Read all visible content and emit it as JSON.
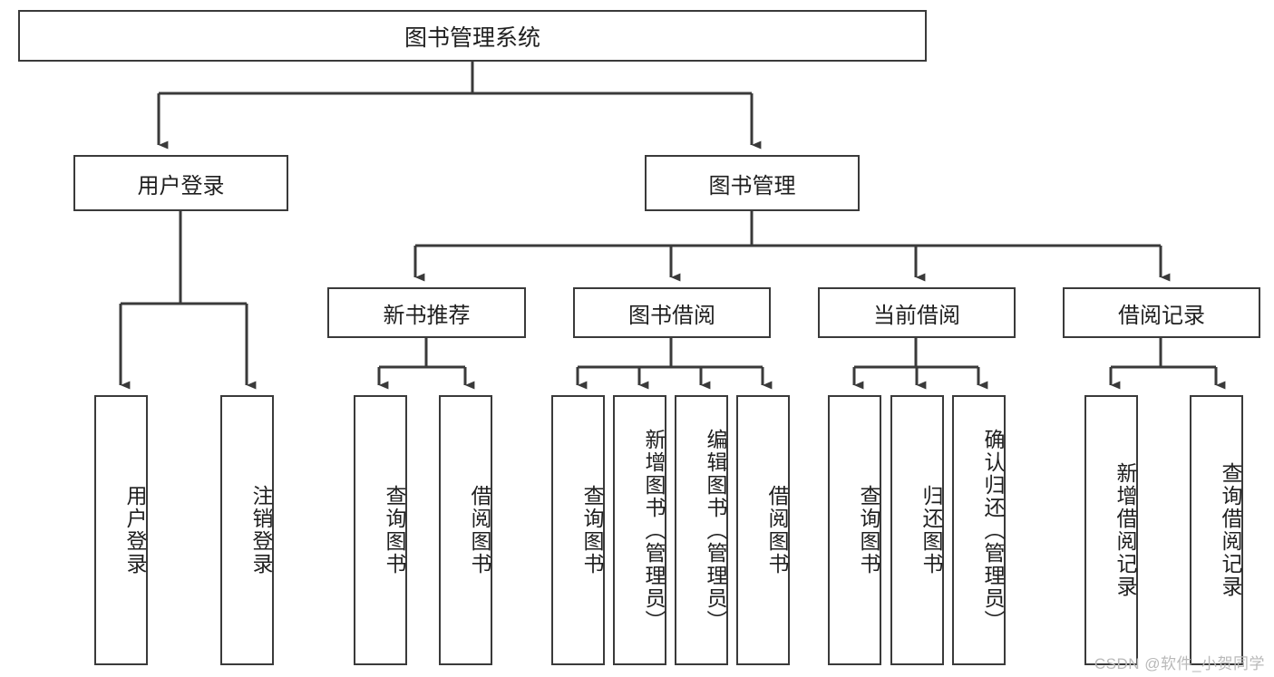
{
  "diagram": {
    "title": "图书管理系统",
    "type": "tree-hierarchy-chart",
    "orientation": "top-down",
    "colors": {
      "box_border": "#3a3a3a",
      "box_fill": "#ffffff",
      "edge": "#3a3a3a",
      "text": "#1f1f1f",
      "watermark": "#b9b9b9",
      "background": "#ffffff"
    }
  },
  "watermark": {
    "text": "CSDN @软件_小贺同学"
  },
  "nodes": {
    "root": {
      "label": "图书管理系统"
    },
    "level1": [
      {
        "label": "用户登录"
      },
      {
        "label": "图书管理"
      }
    ],
    "level2": [
      {
        "label": "新书推荐"
      },
      {
        "label": "图书借阅"
      },
      {
        "label": "当前借阅"
      },
      {
        "label": "借阅记录"
      }
    ],
    "leaves": {
      "user_login": [
        {
          "label": "用户登录"
        },
        {
          "label": "注销登录"
        }
      ],
      "new_book_recommend": [
        {
          "label": "查询图书"
        },
        {
          "label": "借阅图书"
        }
      ],
      "book_borrow": [
        {
          "label": "查询图书"
        },
        {
          "label": "新增图书（管理员）"
        },
        {
          "label": "编辑图书（管理员）"
        },
        {
          "label": "借阅图书"
        }
      ],
      "current_borrow": [
        {
          "label": "查询图书"
        },
        {
          "label": "归还图书"
        },
        {
          "label": "确认归还（管理员）"
        }
      ],
      "borrow_record": [
        {
          "label": "新增借阅记录"
        },
        {
          "label": "查询借阅记录"
        }
      ]
    }
  },
  "chart_data": {
    "type": "table",
    "title": "图书管理系统 功能结构图",
    "tree": {
      "name": "图书管理系统",
      "children": [
        {
          "name": "用户登录",
          "children": [
            {
              "name": "用户登录"
            },
            {
              "name": "注销登录"
            }
          ]
        },
        {
          "name": "图书管理",
          "children": [
            {
              "name": "新书推荐",
              "children": [
                {
                  "name": "查询图书"
                },
                {
                  "name": "借阅图书"
                }
              ]
            },
            {
              "name": "图书借阅",
              "children": [
                {
                  "name": "查询图书"
                },
                {
                  "name": "新增图书（管理员）"
                },
                {
                  "name": "编辑图书（管理员）"
                },
                {
                  "name": "借阅图书"
                }
              ]
            },
            {
              "name": "当前借阅",
              "children": [
                {
                  "name": "查询图书"
                },
                {
                  "name": "归还图书"
                },
                {
                  "name": "确认归还（管理员）"
                }
              ]
            },
            {
              "name": "借阅记录",
              "children": [
                {
                  "name": "新增借阅记录"
                },
                {
                  "name": "查询借阅记录"
                }
              ]
            }
          ]
        }
      ]
    }
  }
}
